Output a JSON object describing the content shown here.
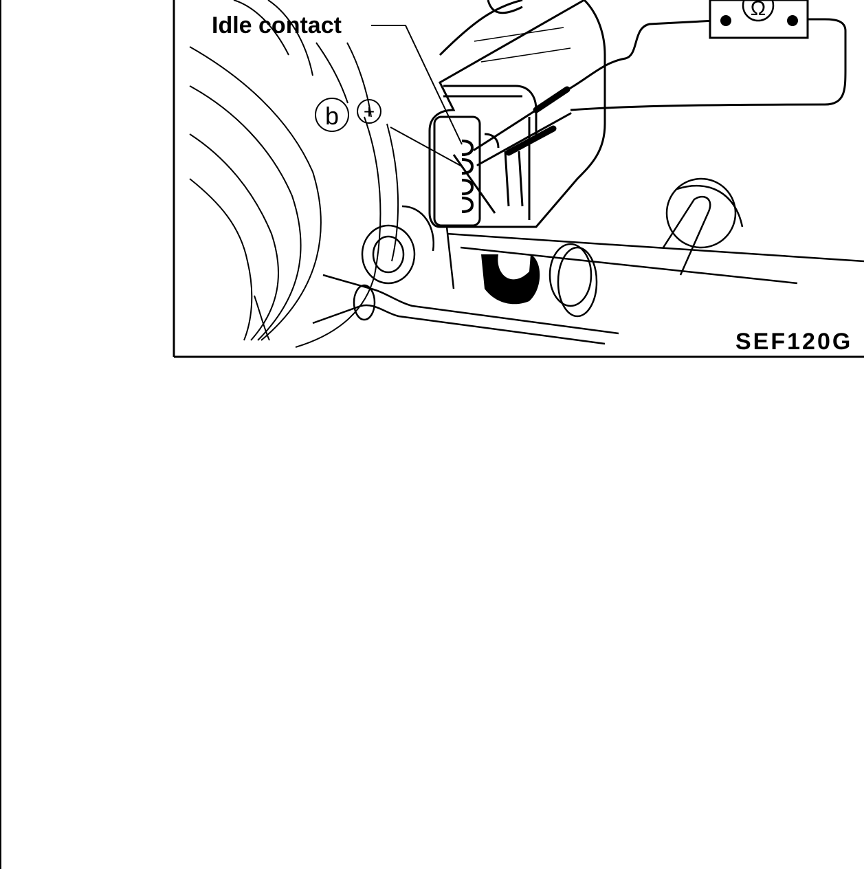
{
  "figure": {
    "labels": {
      "idle_contact": "Idle contact",
      "terminal_letter": "b",
      "terminal_sign": "+",
      "meter_symbol": "Ω",
      "figure_code": "SEF120G"
    },
    "meter": {
      "type": "ohmmeter-icon"
    },
    "colors": {
      "ink": "#000000",
      "paper": "#ffffff"
    }
  }
}
